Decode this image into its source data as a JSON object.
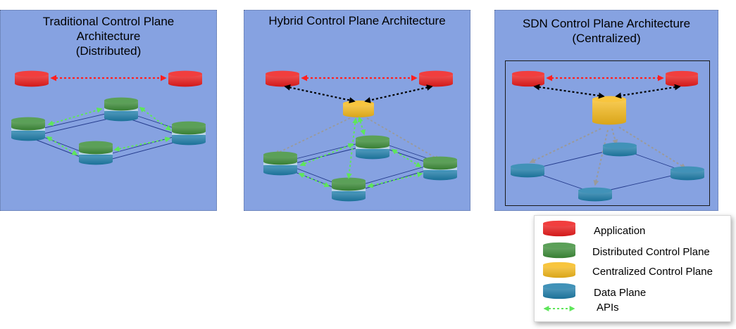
{
  "panels": {
    "traditional": {
      "title_lines": [
        "Traditional Control Plane",
        "Architecture",
        "(Distributed)"
      ]
    },
    "hybrid": {
      "title_lines": [
        "Hybrid Control Plane Architecture"
      ]
    },
    "sdn": {
      "title_lines": [
        "SDN Control Plane Architecture",
        "(Centralized)"
      ]
    }
  },
  "legend": {
    "items": [
      {
        "key": "application",
        "label": "Application"
      },
      {
        "key": "distributed",
        "label": "Distributed Control Plane"
      },
      {
        "key": "centralized",
        "label": "Centralized Control Plane"
      },
      {
        "key": "data_plane",
        "label": "Data Plane"
      },
      {
        "key": "apis",
        "label": "APIs"
      }
    ]
  },
  "colors": {
    "panel_bg": "#86a2e1",
    "application": "#ee1c1c",
    "distributed": "#3e8f3a",
    "centralized": "#f7bb1c",
    "data_plane": "#1f7fac",
    "api_arrow": "#5ee65a",
    "app_link": "#ff2020",
    "controller_link": "#000000",
    "gray_link": "#9a9a9a",
    "topology_line": "#243b8c"
  }
}
